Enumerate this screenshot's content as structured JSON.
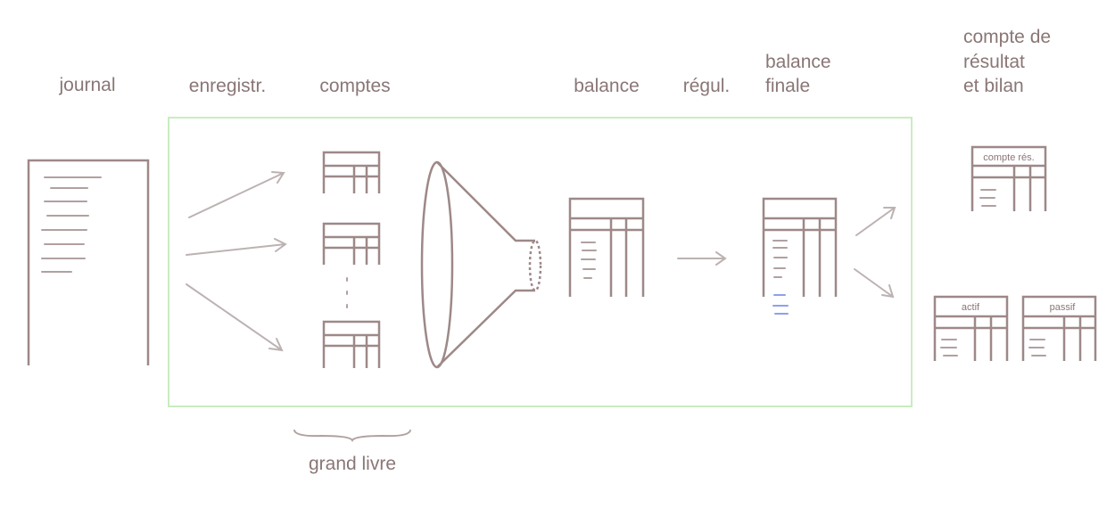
{
  "labels": {
    "journal": "journal",
    "enregistr": "enregistr.",
    "comptes": "comptes",
    "balance": "balance",
    "regul": "régul.",
    "balance_finale": [
      "balance",
      "finale"
    ],
    "compte_resultat_bilan": [
      "compte de",
      "résultat",
      "et bilan"
    ],
    "grand_livre": "grand livre"
  },
  "tables": {
    "compte_res": "compte rés.",
    "actif": "actif",
    "passif": "passif"
  },
  "colors": {
    "frame": "#c9ecc0",
    "ink": "#9e8888",
    "arrow": "#bdb2b2",
    "highlight": "#8fa0ee"
  }
}
